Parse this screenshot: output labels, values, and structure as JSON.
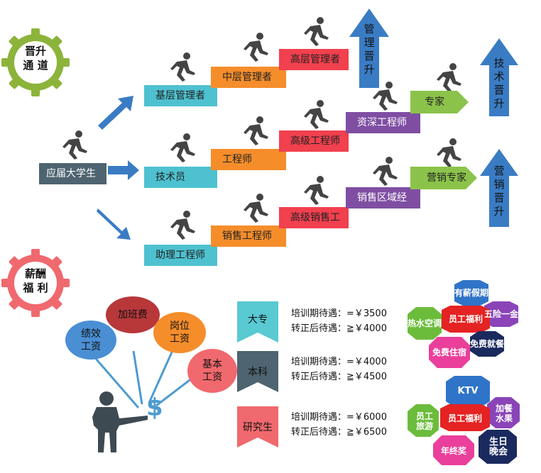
{
  "promotion": {
    "title_line1": "晋升",
    "title_line2": "通 道",
    "start": "应届大学生",
    "track_mgmt": [
      "基层管理者",
      "中层管理者",
      "高层管理者"
    ],
    "track_mgmt_arrow": [
      "管",
      "理",
      "晋",
      "升"
    ],
    "track_eng": [
      "技术员",
      "工程师",
      "高级工程师",
      "资深工程师",
      "专家"
    ],
    "track_eng_arrow": [
      "技",
      "术",
      "晋",
      "升"
    ],
    "track_sales": [
      "助理工程师",
      "销售工程师",
      "高级销售工",
      "销售区域经",
      "营销专家"
    ],
    "track_sales_arrow": [
      "营",
      "销",
      "晋",
      "升"
    ]
  },
  "benefits": {
    "title_line1": "薪酬",
    "title_line2": "福 利",
    "bubbles": [
      "绩效\n工资",
      "加班费",
      "岗位\n工资",
      "基本\n工资"
    ],
    "levels": [
      {
        "name": "大专",
        "line1": "培训期待遇：=￥3500",
        "line2": "转正后待遇：≧￥4000"
      },
      {
        "name": "本科",
        "line1": "培训期待遇：=￥4000",
        "line2": "转正后待遇：≧￥4500"
      },
      {
        "name": "研究生",
        "line1": "培训期待遇：=￥6000",
        "line2": "转正后待遇：≧￥6500"
      }
    ],
    "welfare1": {
      "center": "员工福利",
      "items": [
        "有薪假期",
        "五险一金",
        "免费就餐",
        "免费住宿",
        "热水空调"
      ]
    },
    "welfare2": {
      "center": "员工福利",
      "items": [
        "KTV",
        "加餐\n水果",
        "生日\n晚会",
        "年终奖",
        "员工\n旅游"
      ]
    }
  },
  "colors": {
    "cyan": "#4ec1d0",
    "orange": "#f58d2b",
    "red": "#f1404e",
    "purple": "#7f4ea3",
    "green": "#8bc34a",
    "slate": "#4e6470",
    "blue": "#3a7cc4"
  }
}
